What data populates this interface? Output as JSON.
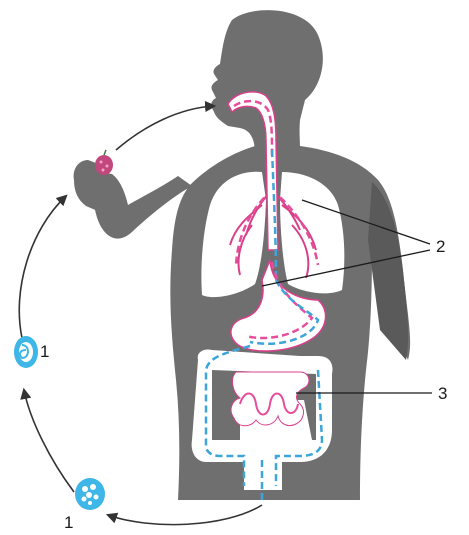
{
  "labels": {
    "egg_label_lower": "1",
    "egg_label_upper": "1",
    "lungs_label": "2",
    "intestine_label": "3"
  },
  "colors": {
    "background": "#ffffff",
    "body": "#6f6f6f",
    "body_dark": "#5a5a5a",
    "organ_fill": "#ffffff",
    "airway_outline": "#d9408a",
    "larva_path": "#e64d9a",
    "egg_path": "#3da5d9",
    "egg_fill": "#3fb6e8",
    "arrow": "#333333",
    "leader_line": "#1a1a1a",
    "fruit": "#c2477c"
  }
}
